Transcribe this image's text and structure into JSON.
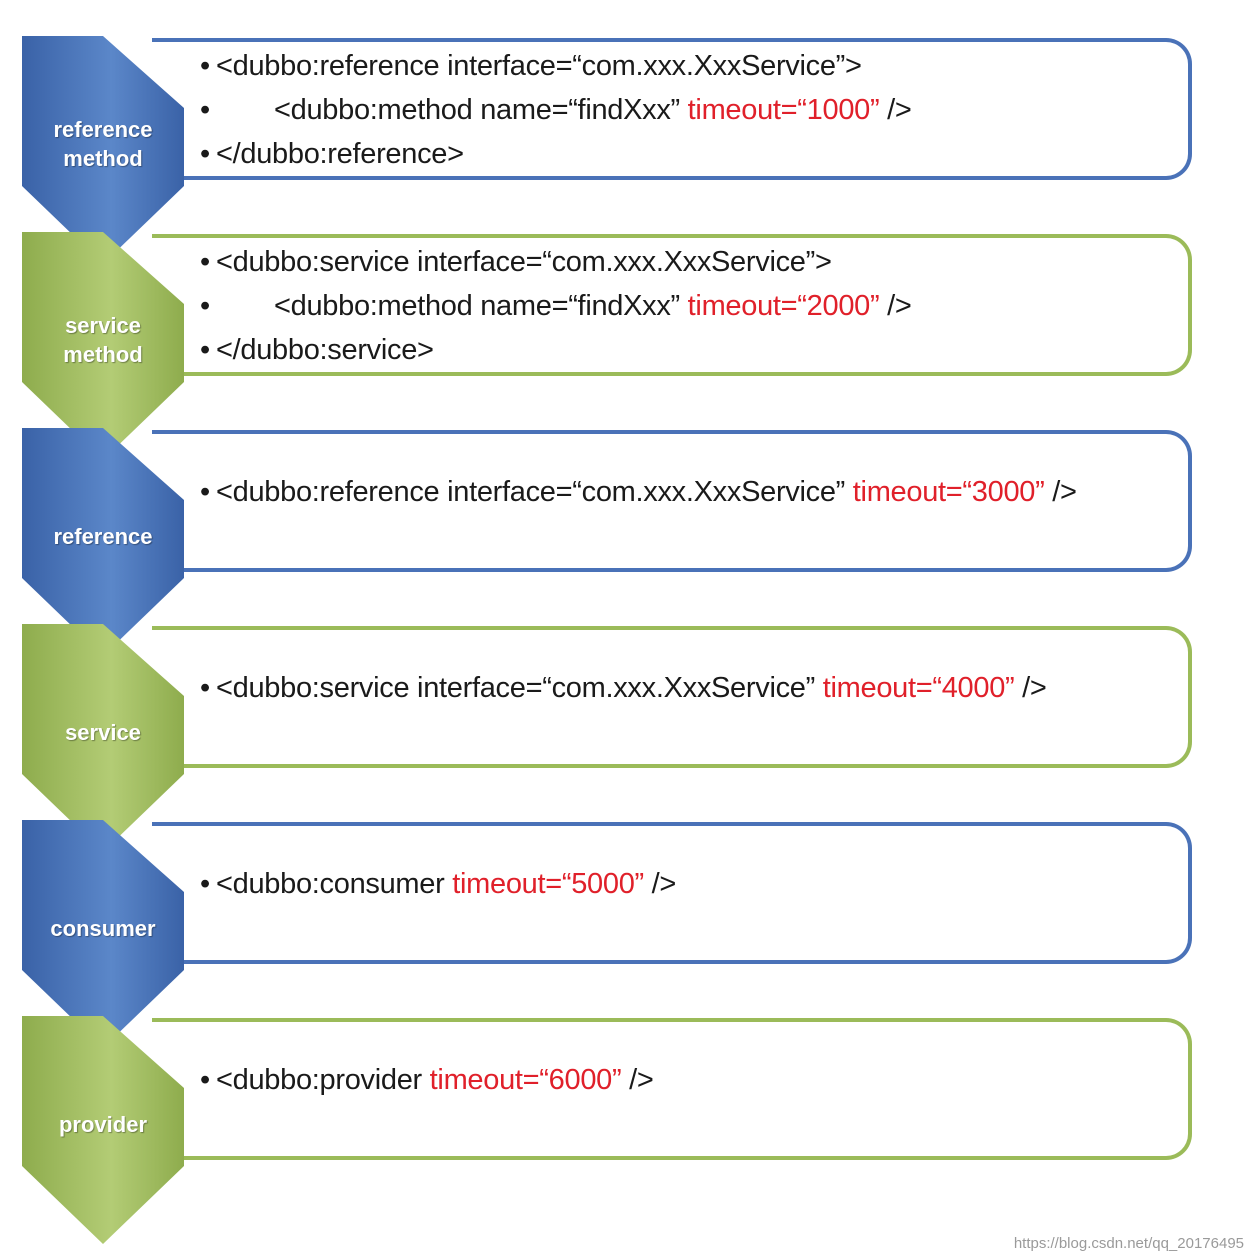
{
  "steps": [
    {
      "label": "reference\nmethod",
      "color": "blue",
      "lines": [
        {
          "indent": false,
          "code": "<dubbo:reference interface=“com.xxx.XxxService”>",
          "highlight": "",
          "tail": ""
        },
        {
          "indent": true,
          "code": "<dubbo:method name=“findXxx” ",
          "highlight": "timeout=“1000”",
          "tail": " />"
        },
        {
          "indent": false,
          "code": "</dubbo:reference>",
          "highlight": "",
          "tail": ""
        }
      ]
    },
    {
      "label": "service\nmethod",
      "color": "green",
      "lines": [
        {
          "indent": false,
          "code": "<dubbo:service interface=“com.xxx.XxxService”>",
          "highlight": "",
          "tail": ""
        },
        {
          "indent": true,
          "code": "<dubbo:method name=“findXxx” ",
          "highlight": "timeout=“2000”",
          "tail": " />"
        },
        {
          "indent": false,
          "code": "</dubbo:service>",
          "highlight": "",
          "tail": ""
        }
      ]
    },
    {
      "label": "reference",
      "color": "blue",
      "lines": [
        {
          "indent": false,
          "code": "<dubbo:reference interface=“com.xxx.XxxService” ",
          "highlight": "timeout=“3000”",
          "tail": " />"
        }
      ]
    },
    {
      "label": "service",
      "color": "green",
      "lines": [
        {
          "indent": false,
          "code": "<dubbo:service interface=“com.xxx.XxxService” ",
          "highlight": "timeout=“4000”",
          "tail": " />"
        }
      ]
    },
    {
      "label": "consumer",
      "color": "blue",
      "lines": [
        {
          "indent": false,
          "code": "<dubbo:consumer ",
          "highlight": "timeout=“5000”",
          "tail": " />"
        }
      ]
    },
    {
      "label": "provider",
      "color": "green",
      "lines": [
        {
          "indent": false,
          "code": "<dubbo:provider ",
          "highlight": "timeout=“6000”",
          "tail": " />"
        }
      ]
    }
  ],
  "colors": {
    "blue_light": "#5b87c9",
    "blue_dark": "#3a62a7",
    "blue_border": "#4a72b8",
    "green_light": "#b3cc75",
    "green_dark": "#8eac4d",
    "green_border": "#9bbb59",
    "highlight": "#e0202a"
  },
  "watermark": "https://blog.csdn.net/qq_20176495"
}
